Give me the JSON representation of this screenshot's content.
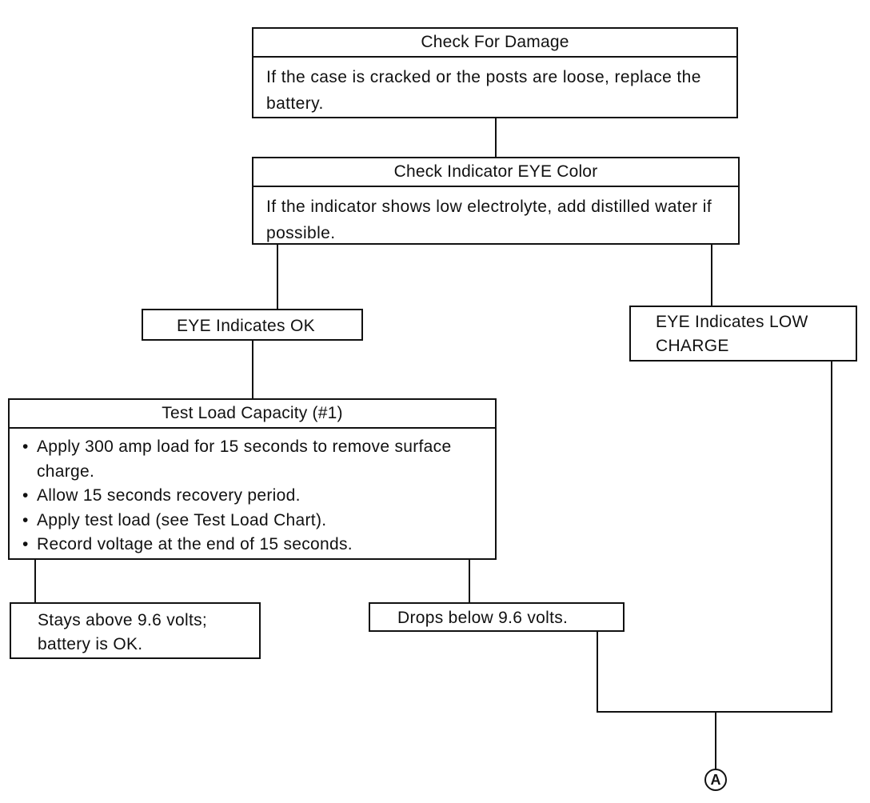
{
  "nodes": {
    "check_damage": {
      "title": "Check For Damage",
      "body": "If the case is cracked or the posts are loose, replace the battery."
    },
    "check_eye": {
      "title": "Check Indicator EYE Color",
      "body": "If the indicator shows low electrolyte, add distilled water if possible."
    },
    "eye_ok": {
      "label": "EYE Indicates OK"
    },
    "eye_low": {
      "label": "EYE Indicates LOW CHARGE"
    },
    "test_load": {
      "title": "Test Load Capacity (#1)",
      "steps": [
        "Apply 300 amp load for 15 seconds to remove surface charge.",
        "Allow 15 seconds recovery period.",
        "Apply test load (see Test Load Chart).",
        "Record voltage at the end of 15 seconds."
      ]
    },
    "stays_above": {
      "label": "Stays above 9.6 volts; battery is OK."
    },
    "drops_below": {
      "label": "Drops below 9.6 volts."
    }
  },
  "continuation": {
    "label": "A"
  }
}
